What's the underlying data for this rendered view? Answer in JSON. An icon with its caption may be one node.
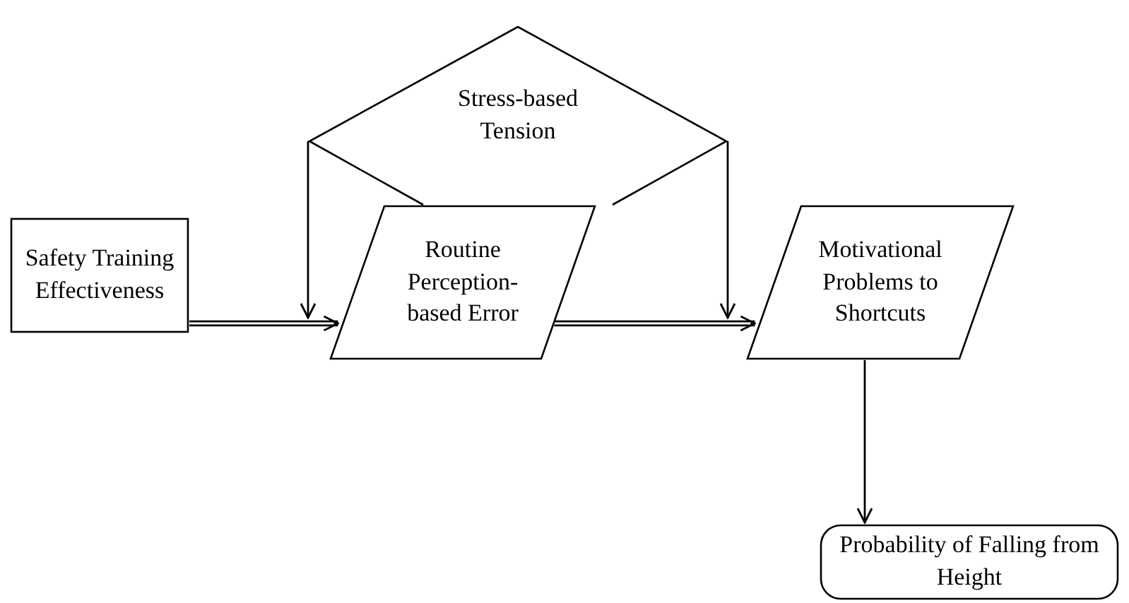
{
  "diagram": {
    "nodes": [
      {
        "text": [
          "Stress-based Tension"
        ]
      },
      {
        "text": [
          "Safety Training Effectiveness"
        ]
      },
      {
        "text": [
          "Routine Perception-based Error"
        ]
      },
      {
        "text": [
          "Motivational Problems to Shortcuts"
        ]
      },
      {
        "text": [
          "Probability of Falling from Height"
        ]
      }
    ],
    "edges": [
      {
        "from": 1,
        "to": 2,
        "arrow": "to",
        "style": "thick"
      },
      {
        "from": 2,
        "to": 3,
        "arrow": "to",
        "style": "thick"
      },
      {
        "from": 0,
        "to": 2,
        "arrow": "to"
      },
      {
        "from": 0,
        "to": 3,
        "arrow": "to"
      },
      {
        "from": 3,
        "to": 4,
        "arrow": "to"
      }
    ]
  }
}
